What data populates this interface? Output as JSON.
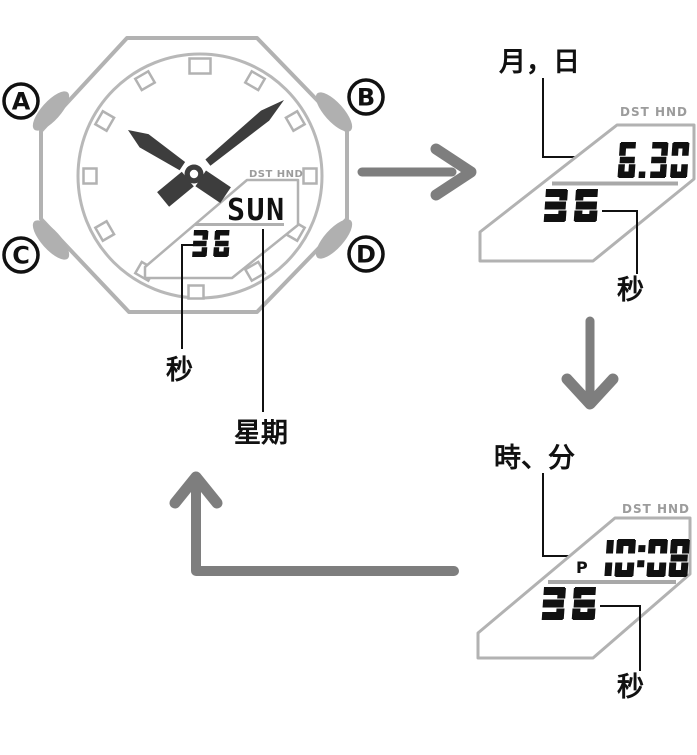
{
  "watch": {
    "buttons": [
      {
        "label": "A"
      },
      {
        "label": "B"
      },
      {
        "label": "C"
      },
      {
        "label": "D"
      }
    ],
    "display": {
      "indicator": "DST HND",
      "weekday": "SUN",
      "seconds": "36"
    },
    "callouts": {
      "seconds": "秒",
      "weekday": "星期"
    }
  },
  "panel_month_day": {
    "title": "月，日",
    "indicator": "DST HND",
    "month_day": "6.30",
    "seconds": "36",
    "seconds_label": "秒"
  },
  "panel_hour_minute": {
    "title": "時、分",
    "indicator": "DST HND",
    "pm_indicator": "P",
    "hour_minute": "10:08",
    "seconds": "36",
    "seconds_label": "秒"
  },
  "colors": {
    "outline_gray": "#b2b2b2",
    "arrow_gray": "#7e7e7e",
    "hand_gray": "#3d3d3d",
    "indicator_gray": "#9c9c9c",
    "lcd_black": "#111111"
  }
}
